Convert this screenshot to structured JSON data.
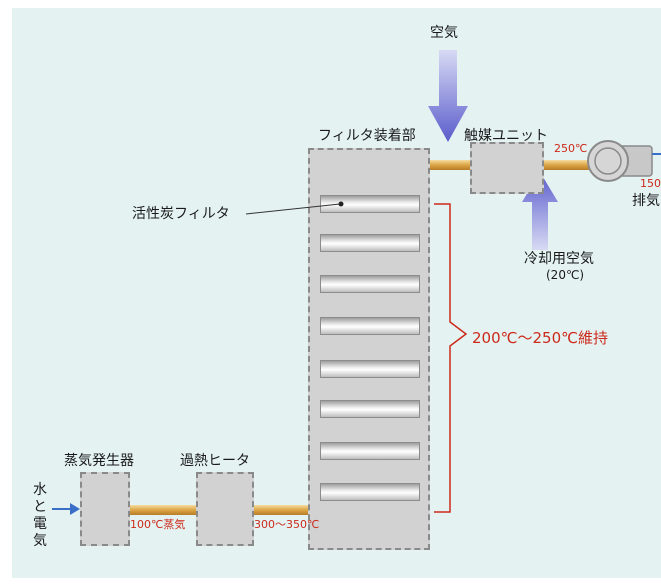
{
  "labels": {
    "air": "空気",
    "filter_unit": "フィルタ装着部",
    "catalyst_unit": "触媒ユニット",
    "exhaust": "排気",
    "carbon_filter": "活性炭フィルタ",
    "cooling_air": "冷却用空気",
    "cooling_air_temp": "(20℃)",
    "steam_generator": "蒸気発生器",
    "superheater": "過熱ヒータ",
    "water_power": "水と電気"
  },
  "temps": {
    "catalyst_out": "250℃",
    "exhaust": "150",
    "steam": "100℃蒸気",
    "superheat": "300～350℃",
    "maintain": "200℃～250℃維持"
  },
  "colors": {
    "background": "#e4f2f2",
    "box": "#d2d2d2",
    "pipe": "#dca546",
    "arrow": "#6a6ad0",
    "highlight": "#cc2a1a"
  }
}
